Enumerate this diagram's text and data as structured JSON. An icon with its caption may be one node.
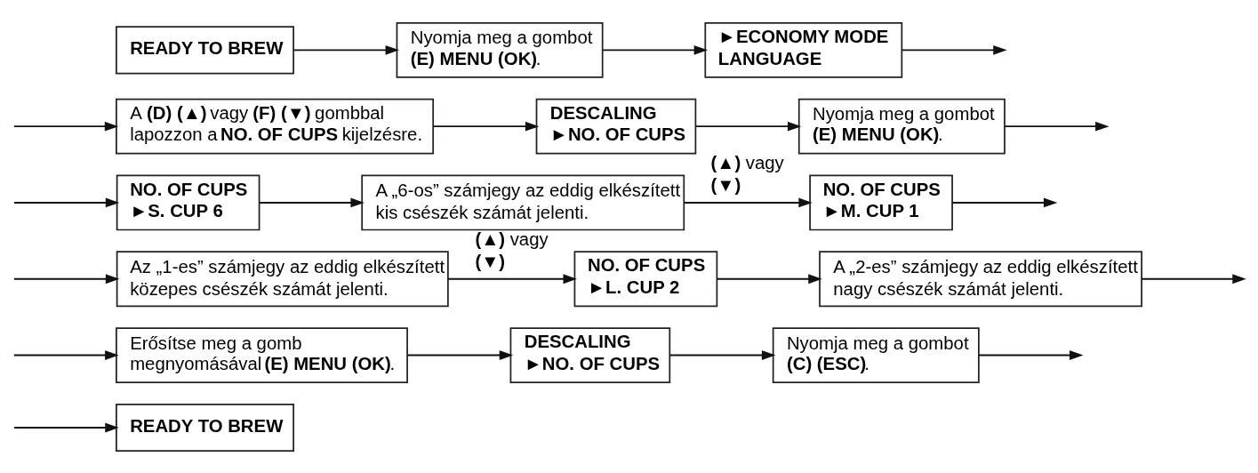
{
  "diagram": {
    "nodes": [
      {
        "text": [
          "READY TO BREW"
        ]
      },
      {
        "text": [
          "Nyomja meg a gombot **(E) MENU (OK)**."
        ]
      },
      {
        "text": [
          "►ECONOMY MODE",
          "LANGUAGE"
        ]
      },
      {
        "text": [
          "A **(D) (▲)** vagy **(F) (▼)** gombbal lapozzon a **NO. OF CUPS** kijelzésre."
        ]
      },
      {
        "text": [
          "DESCALING",
          "►NO. OF CUPS"
        ]
      },
      {
        "text": [
          "Nyomja meg a gombot **(E) MENU (OK)**."
        ]
      },
      {
        "text": [
          "NO. OF CUPS",
          "►S. CUP 6"
        ]
      },
      {
        "text": [
          "A „6-os” számjegy az eddig elkészített kis csészék számát jelenti."
        ]
      },
      {
        "text": [
          "NO. OF CUPS",
          "►M. CUP 1"
        ]
      },
      {
        "text": [
          "Az „1-es” számjegy az eddig elkészített közepes csészék számát jelenti."
        ]
      },
      {
        "text": [
          "NO. OF CUPS",
          "►L. CUP 2"
        ]
      },
      {
        "text": [
          "A „2-es” számjegy az eddig elkészített nagy csészék számát jelenti."
        ]
      },
      {
        "text": [
          "Erősítse meg a gomb megnyomásával **(E) MENU (OK)**."
        ]
      },
      {
        "text": [
          "DESCALING",
          "►NO. OF CUPS"
        ]
      },
      {
        "text": [
          "Nyomja meg a gombot **(C) (ESC)**."
        ]
      },
      {
        "text": [
          "READY TO BREW"
        ]
      }
    ],
    "edges": [
      {
        "from": 0,
        "to": 1,
        "arrow": "to"
      },
      {
        "from": 1,
        "to": 2,
        "arrow": "to"
      },
      {
        "from": 2,
        "to": null,
        "arrow": "to"
      },
      {
        "from": null,
        "to": 3,
        "arrow": "to"
      },
      {
        "from": 3,
        "to": 4,
        "arrow": "to"
      },
      {
        "from": 4,
        "to": 5,
        "arrow": "to"
      },
      {
        "from": 5,
        "to": null,
        "arrow": "to"
      },
      {
        "from": null,
        "to": 6,
        "arrow": "to"
      },
      {
        "from": 6,
        "to": 7,
        "arrow": "to"
      },
      {
        "from": 7,
        "to": 8,
        "arrow": "to",
        "label": "**(▲)** vagy **(▼)**"
      },
      {
        "from": 8,
        "to": null,
        "arrow": "to"
      },
      {
        "from": null,
        "to": 9,
        "arrow": "to"
      },
      {
        "from": 9,
        "to": 10,
        "arrow": "to",
        "label": "**(▲)** vagy **(▼)**"
      },
      {
        "from": 10,
        "to": 11,
        "arrow": "to"
      },
      {
        "from": 11,
        "to": null,
        "arrow": "to"
      },
      {
        "from": null,
        "to": 12,
        "arrow": "to"
      },
      {
        "from": 12,
        "to": 13,
        "arrow": "to"
      },
      {
        "from": 13,
        "to": 14,
        "arrow": "to"
      },
      {
        "from": 14,
        "to": null,
        "arrow": "to"
      },
      {
        "from": null,
        "to": 15,
        "arrow": "to"
      }
    ]
  }
}
